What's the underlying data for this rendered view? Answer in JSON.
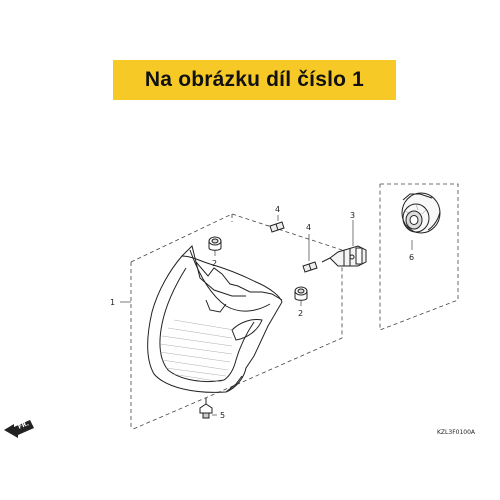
{
  "banner": {
    "text": "Na obrázku díl číslo 1"
  },
  "callouts": {
    "c1": "1",
    "c2a": "2",
    "c2b": "2",
    "c3": "3",
    "c4a": "4",
    "c4b": "4",
    "c5": "5",
    "c6": "6"
  },
  "direction_label": "FR.",
  "drawing_code": "KZL3F0100A",
  "colors": {
    "banner": "#f6c927",
    "line": "#222222"
  }
}
